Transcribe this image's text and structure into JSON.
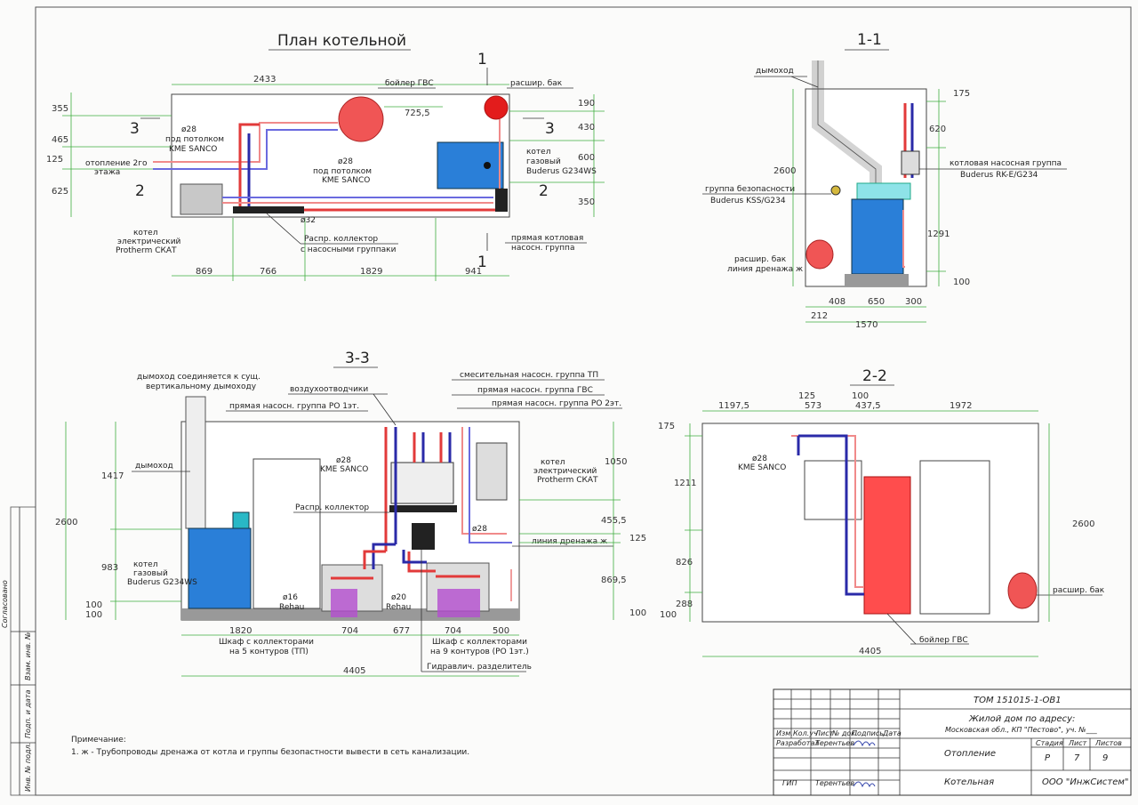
{
  "titles": {
    "plan": "План котельной",
    "sec11": "1-1",
    "sec33": "3-3",
    "sec22": "2-2"
  },
  "plan": {
    "dims_top": [
      "2433",
      "725,5"
    ],
    "dims_left": [
      "355",
      "465",
      "125",
      "625"
    ],
    "dims_right": [
      "190",
      "430",
      "600",
      "350"
    ],
    "dims_bottom": [
      "869",
      "766",
      "1829",
      "941"
    ],
    "labels": {
      "boiler_dhw": "бойлер ГВС",
      "exp_tank": "расшир. бак",
      "d28_ceiling_a": "ø28",
      "under_ceiling_a": "под потолком",
      "kme_a": "KME SANCO",
      "heating_2nd": "отопление 2го",
      "floor": "этажа",
      "d28_ceiling_b": "ø28",
      "under_ceiling_b": "под потолком",
      "kme_b": "KME SANCO",
      "gas_boiler_1": "котел",
      "gas_boiler_2": "газовый",
      "gas_boiler_3": "Buderus G234WS",
      "d32": "ø32",
      "manifold_1": "Распр. коллектор",
      "manifold_2": "с насосными группаки",
      "elec_1": "котел",
      "elec_2": "электрический",
      "elec_3": "Protherm СКАТ",
      "pump_1": "прямая котловая",
      "pump_2": "насосн. группа",
      "cut3": "3",
      "cut2": "2",
      "cut1": "1"
    }
  },
  "s11": {
    "labels": {
      "chimney": "дымоход",
      "safety_1": "группа безопасности",
      "safety_2": "Buderus KSS/G234",
      "pump_1": "котловая насосная группа",
      "pump_2": "Buderus RK-E/G234",
      "tank": "расшир. бак",
      "drain": "линия дренажа ж"
    },
    "dims_right": [
      "175",
      "620",
      "1291",
      "100"
    ],
    "dims_left": [
      "2600"
    ],
    "dims_bottom": [
      "408",
      "650",
      "300",
      "212",
      "1570"
    ]
  },
  "s33": {
    "labels": {
      "chimney_note_1": "дымоход соединяется к сущ.",
      "chimney_note_2": "вертикальному дымоходу",
      "air_vents": "воздухоотводчики",
      "mix_pump": "смесительная насосн. группа ТП",
      "dhw_pump": "прямая насосн. группа ГВС",
      "ro1_pump": "прямая насосн. группа РО 1эт.",
      "ro2_pump": "прямая насосн. группа РО 2эт.",
      "chimney": "дымоход",
      "d28": "ø28",
      "kme": "KME SANCO",
      "elec_1": "котел",
      "elec_2": "электрический",
      "elec_3": "Protherm СКАТ",
      "manifold": "Распр. коллектор",
      "d28b": "ø28",
      "drain": "линия дренажа ж",
      "gas_1": "котел",
      "gas_2": "газовый",
      "gas_3": "Buderus G234WS",
      "d16": "ø16",
      "rehau_a": "Rehau",
      "d20": "ø20",
      "rehau_b": "Rehau",
      "cab5_1": "Шкаф с коллекторами",
      "cab5_2": "на 5 контуров (ТП)",
      "cab9_1": "Шкаф с коллекторами",
      "cab9_2": "на 9 контуров (РО 1эт.)",
      "hydro": "Гидравлич. разделитель"
    },
    "dims_left": [
      "2600",
      "1417",
      "983",
      "100",
      "100"
    ],
    "dims_right": [
      "1050",
      "455,5",
      "125",
      "869,5",
      "100"
    ],
    "dims_bottom": [
      "1820",
      "704",
      "677",
      "704",
      "500",
      "4405"
    ]
  },
  "s22": {
    "labels": {
      "d28": "ø28",
      "kme": "KME SANCO",
      "boiler": "бойлер ГВС",
      "tank": "расшир. бак"
    },
    "dims_top": [
      "1197,5",
      "125",
      "573",
      "100",
      "437,5",
      "1972"
    ],
    "dims_left": [
      "175",
      "1211",
      "826",
      "288",
      "100"
    ],
    "dims_right": [
      "2600"
    ],
    "dims_bottom": [
      "4405"
    ]
  },
  "note": {
    "title": "Примечание:",
    "text": "1. ж - Трубопроводы дренажа от котла и группы безопастности вывести в сеть канализации."
  },
  "left_strip": [
    "Согласовано",
    "Взам. инв. №",
    "Подп. и дата",
    "Инв. № подл."
  ],
  "stamp": {
    "doc": "ТОМ 151015-1-ОВ1",
    "object_1": "Жилой дом  по адресу:",
    "object_2": "Московская обл., КП \"Пестово\", уч. №___",
    "hdr": [
      "Изм.",
      "Кол.уч",
      "Лист",
      "№ док.",
      "Подпись",
      "Дата"
    ],
    "dev": "Разработал",
    "dev_name": "Терентьев",
    "gip": "ГИП",
    "gip_name": "Терентьев",
    "section": "Отопление",
    "sheet_name": "Котельная",
    "stage_h": "Стадия",
    "sheet_h": "Лист",
    "sheets_h": "Листов",
    "stage": "Р",
    "sheet": "7",
    "sheets": "9",
    "company": "ООО \"ИнжСистем\""
  },
  "colors": {
    "hot": "#e23a3a",
    "cold": "#2a2aa8",
    "equipment_blue": "#2a7fd8",
    "dimension": "#3fae3f"
  }
}
